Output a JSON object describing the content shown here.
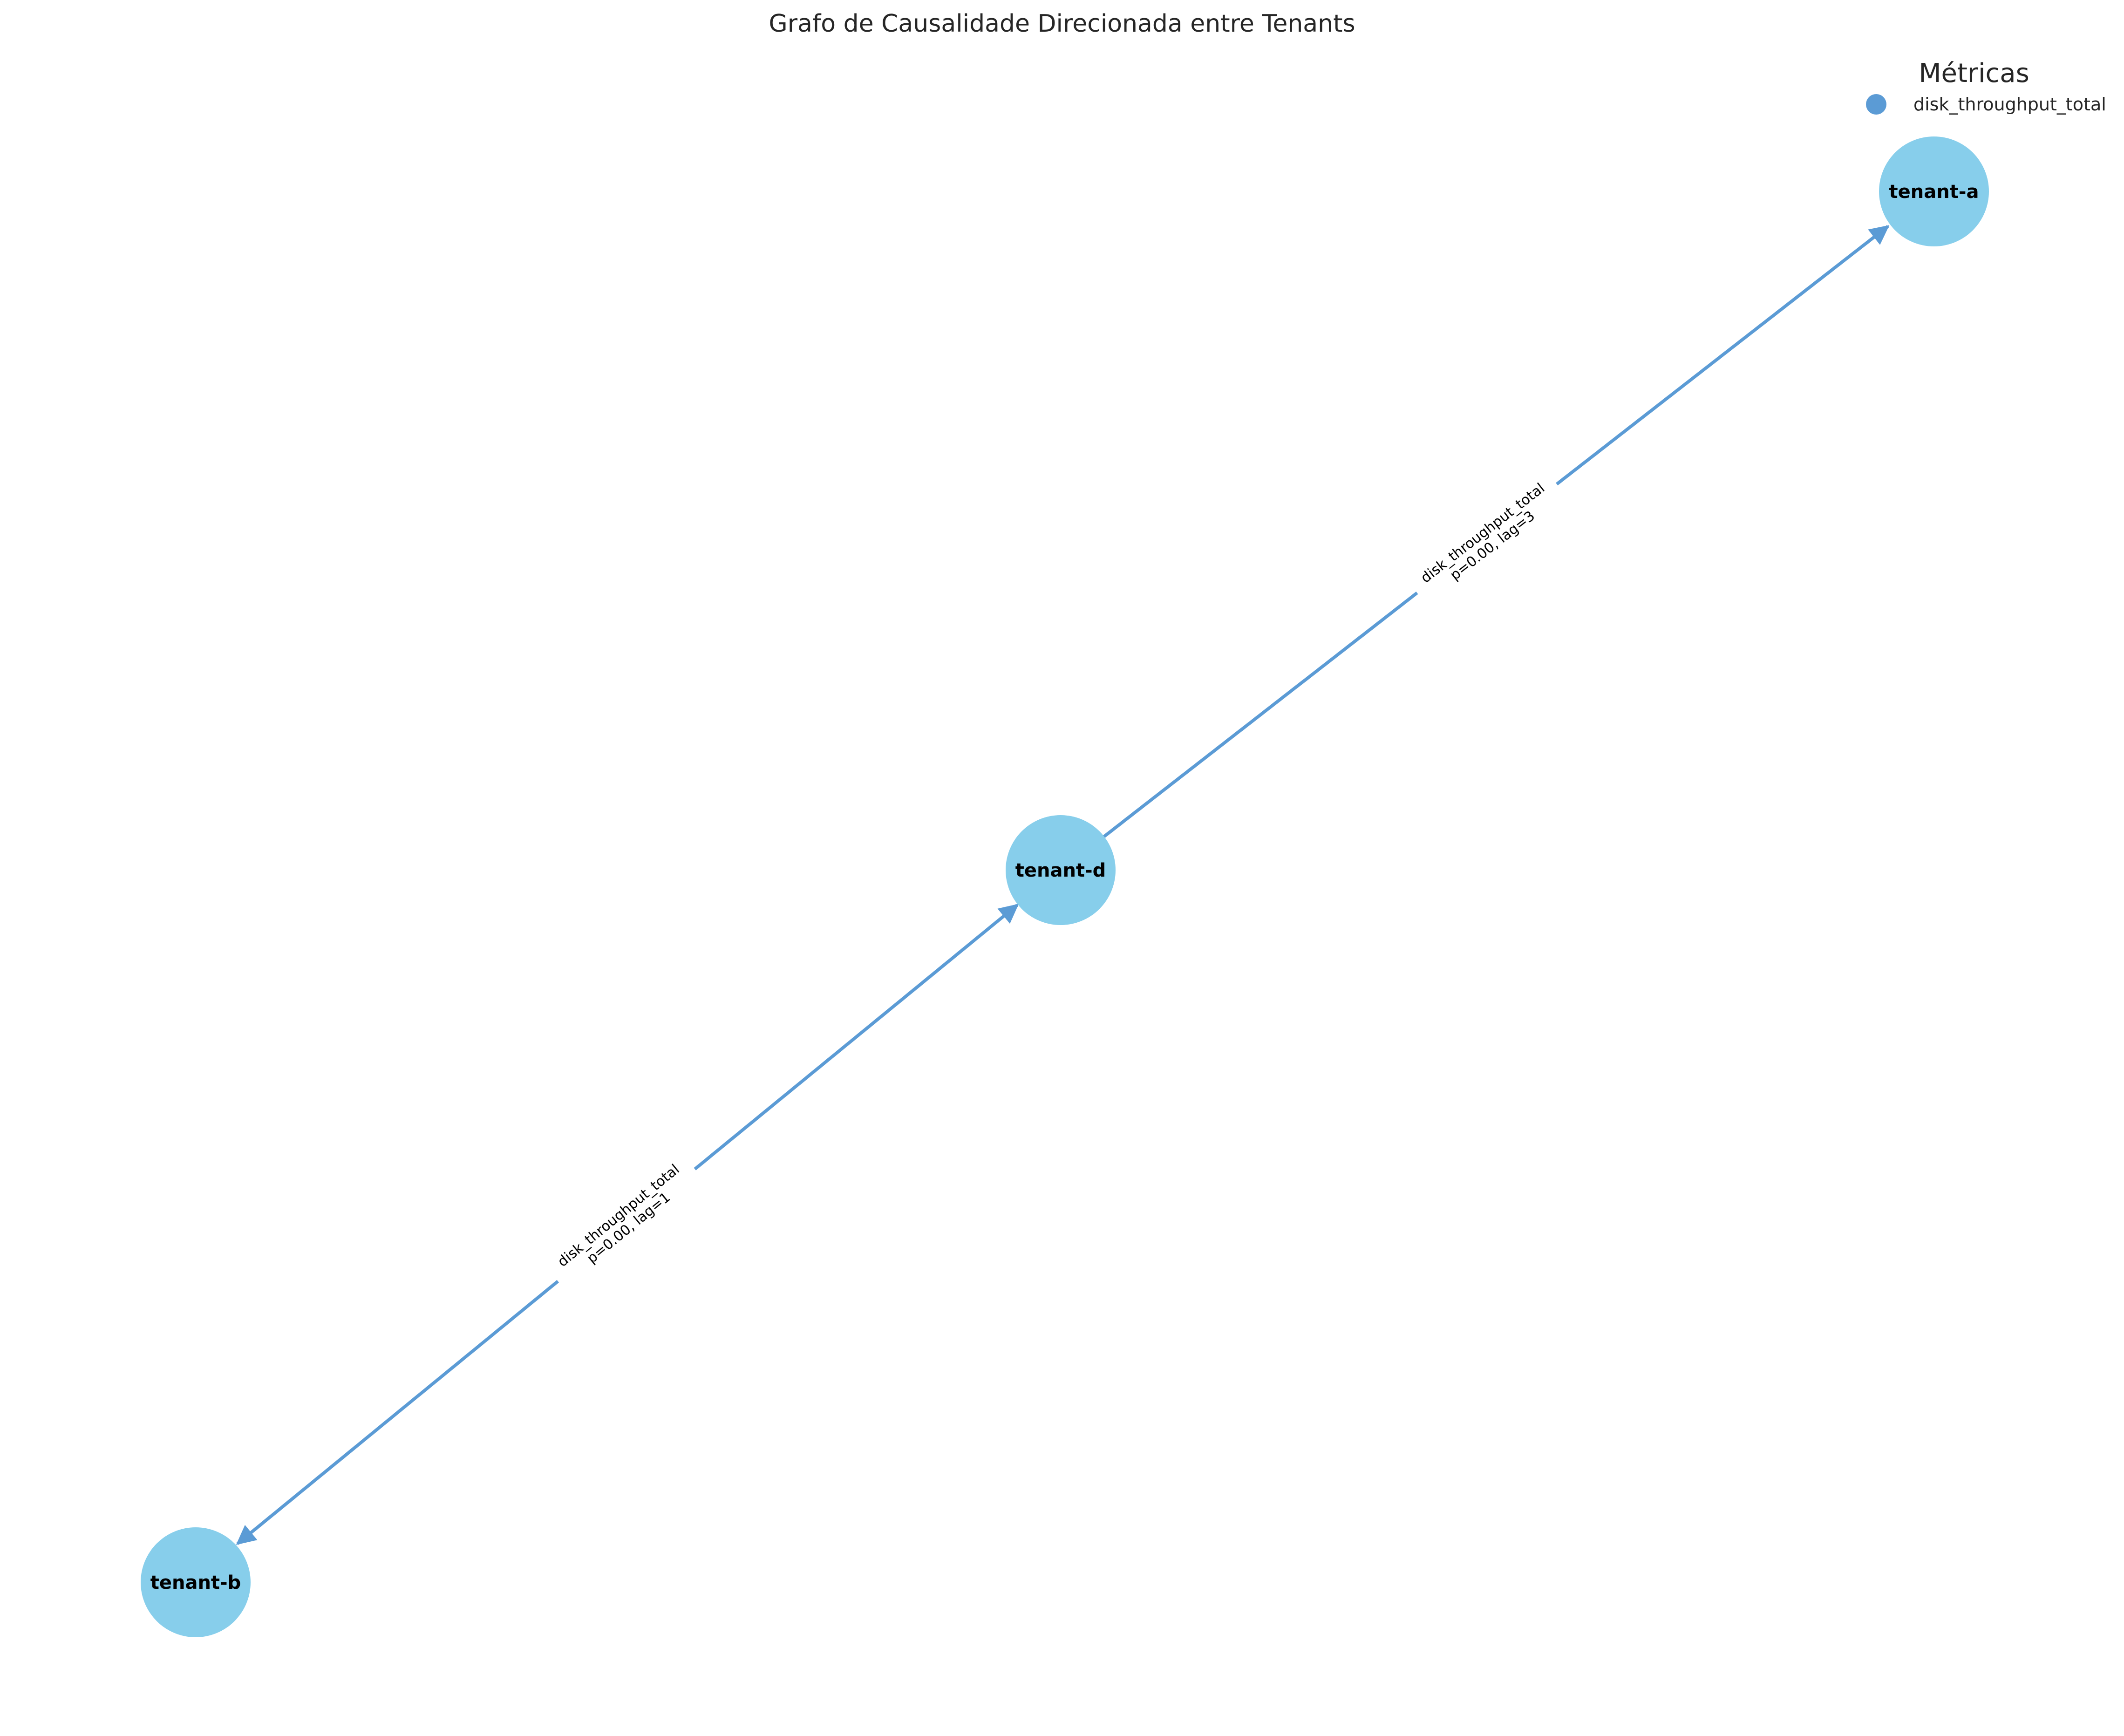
{
  "title": "Grafo de Causalidade Direcionada entre Tenants",
  "legend": {
    "title": "Métricas",
    "items": [
      {
        "label": "disk_throughput_total",
        "color": "#5b9bd5"
      }
    ]
  },
  "colors": {
    "node_fill": "#87ceeb",
    "edge": "#5b9bd5",
    "background": "#ffffff"
  },
  "nodes": [
    {
      "id": "tenant-a",
      "label": "tenant-a"
    },
    {
      "id": "tenant-d",
      "label": "tenant-d"
    },
    {
      "id": "tenant-b",
      "label": "tenant-b"
    }
  ],
  "edges": [
    {
      "from": "tenant-d",
      "to": "tenant-a",
      "metric": "disk_throughput_total",
      "stats": "p=0.00, lag=3"
    },
    {
      "from": "tenant-b",
      "to": "tenant-d",
      "metric": "disk_throughput_total",
      "stats": "p=0.00, lag=1"
    },
    {
      "from": "tenant-d",
      "to": "tenant-b",
      "metric": "disk_throughput_total",
      "stats": "p=0.00, lag=1"
    }
  ]
}
